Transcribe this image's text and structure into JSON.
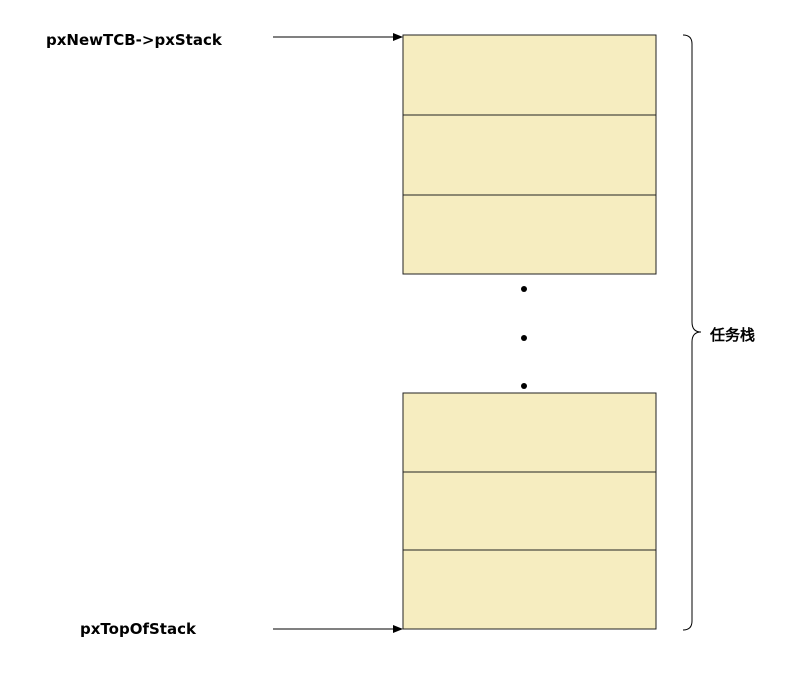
{
  "diagram": {
    "pointer_top_label": "pxNewTCB->pxStack",
    "pointer_bottom_label": "pxTopOfStack",
    "stack_label": "任务栈",
    "colors": {
      "cell_fill": "#f6edc0",
      "cell_stroke": "#222222",
      "line": "#000000"
    }
  }
}
